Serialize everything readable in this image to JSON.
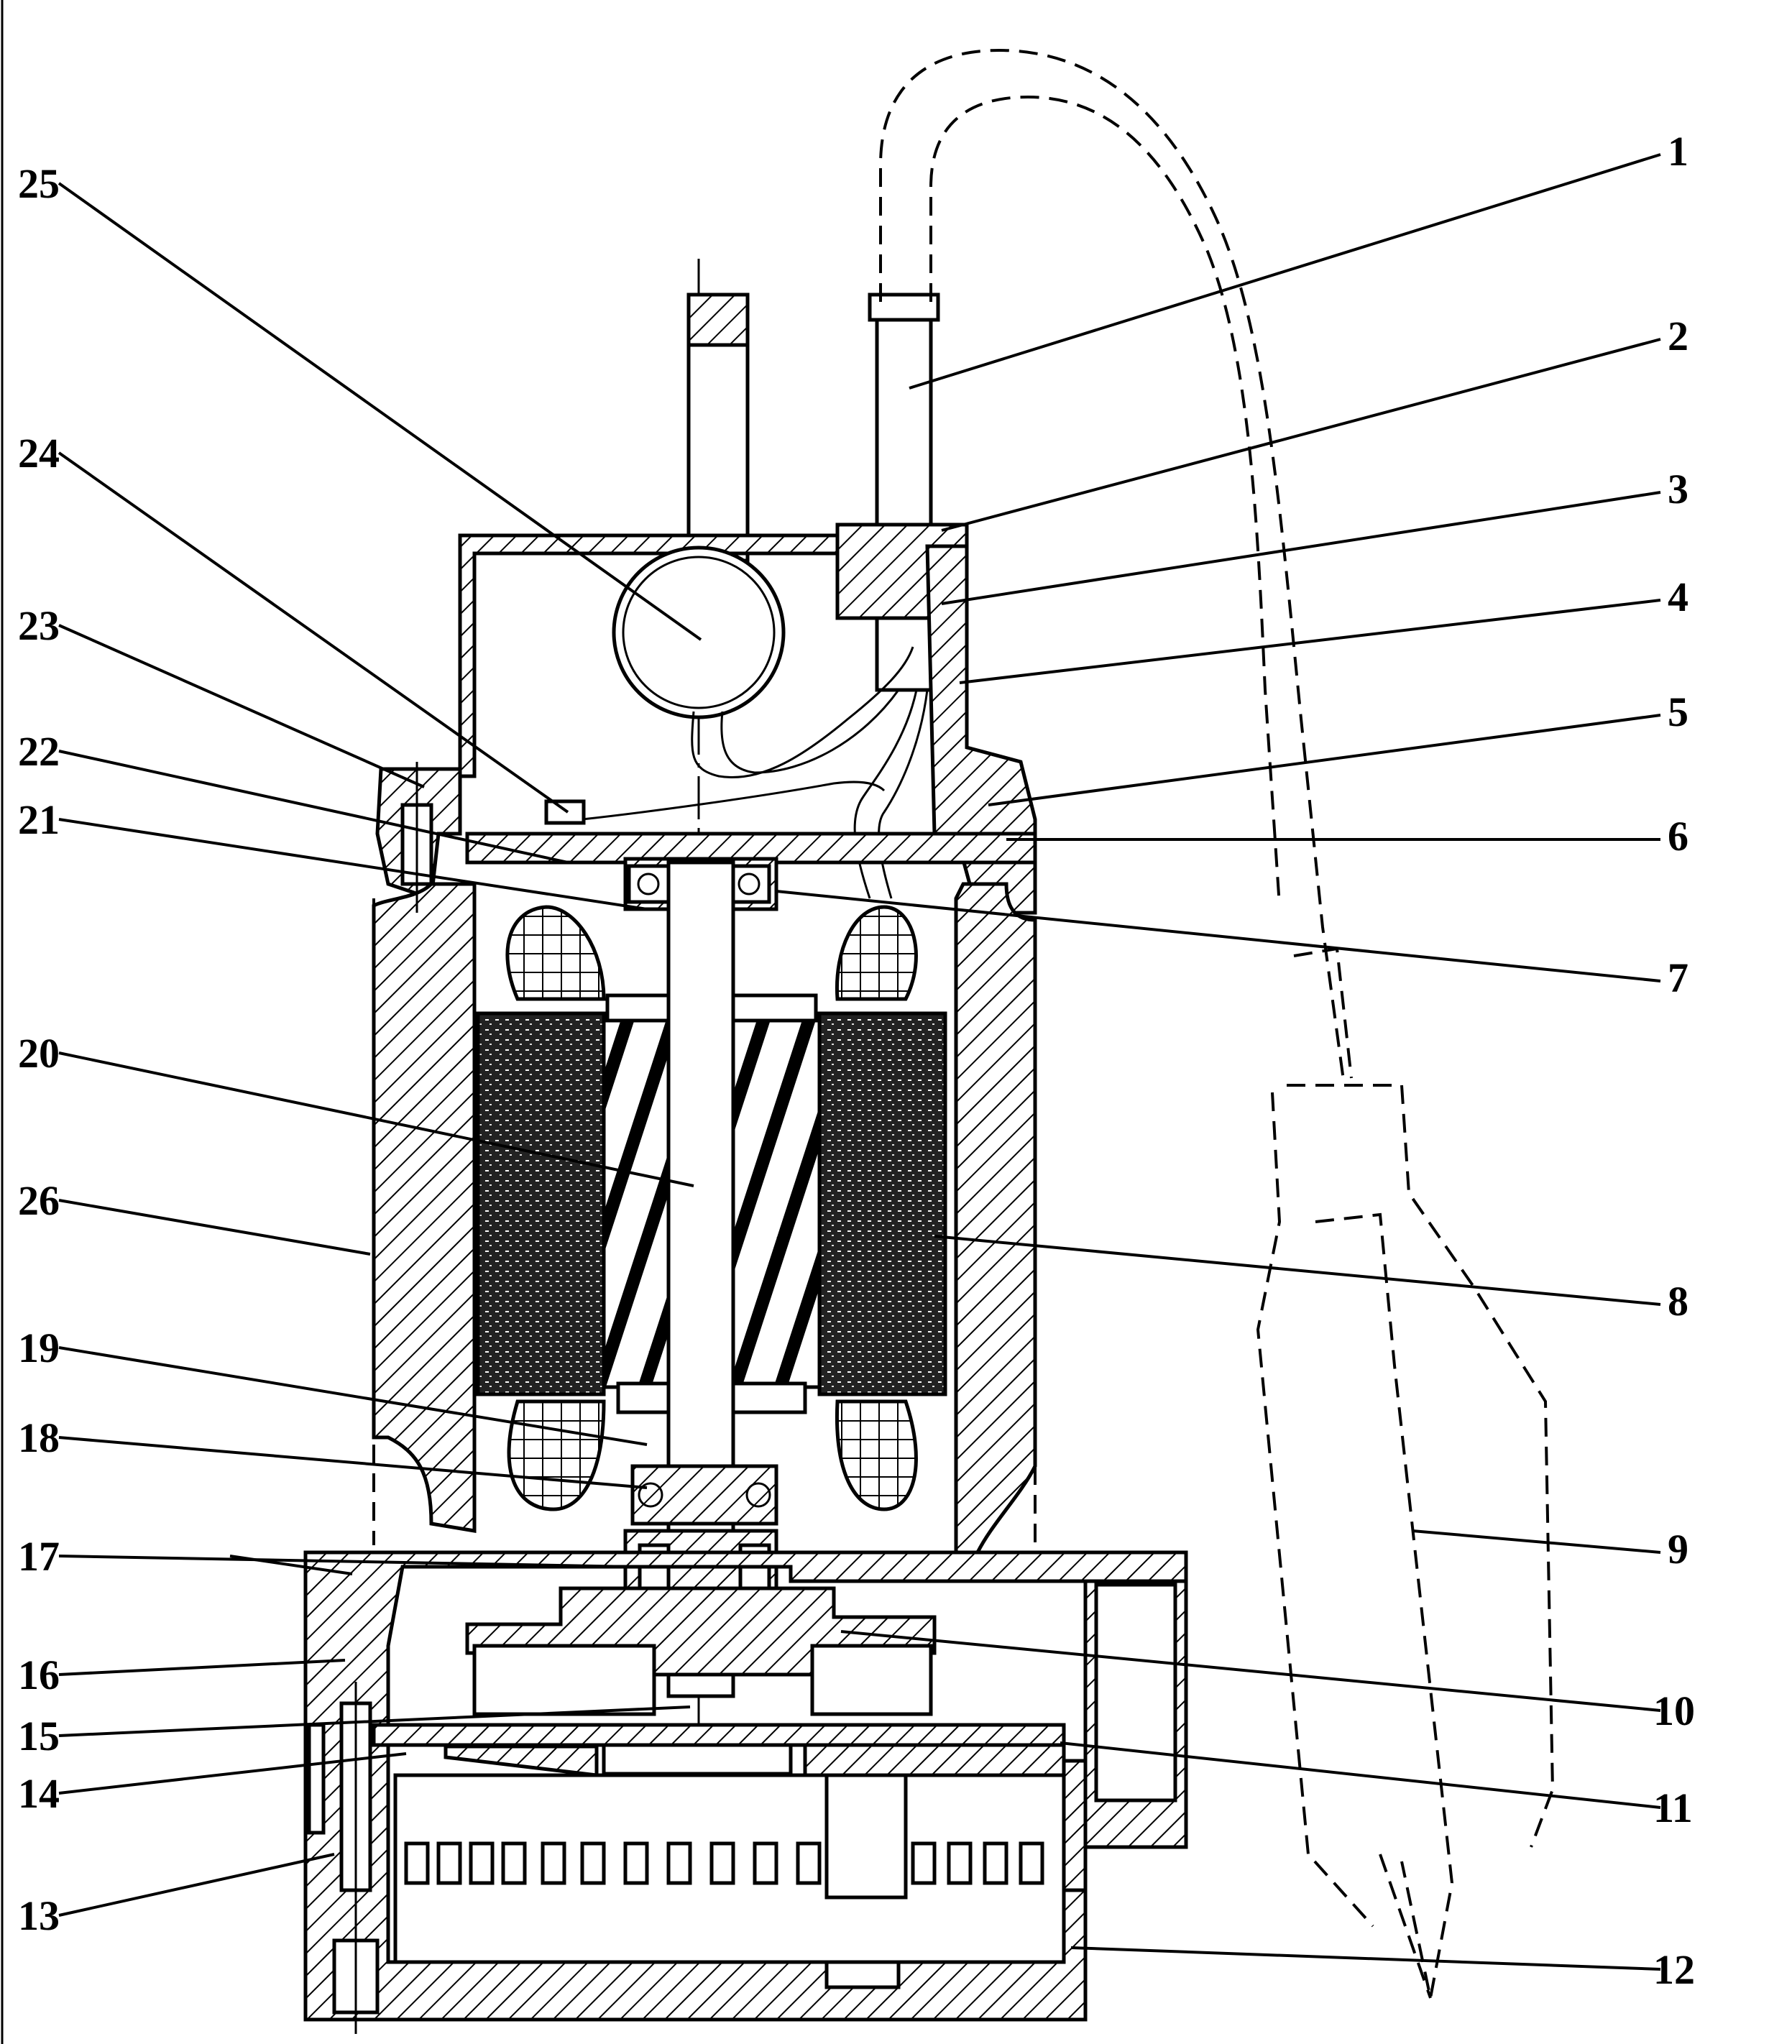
{
  "diagram": {
    "labels": [
      {
        "id": "1",
        "text": "1"
      },
      {
        "id": "2",
        "text": "2"
      },
      {
        "id": "3",
        "text": "3"
      },
      {
        "id": "4",
        "text": "4"
      },
      {
        "id": "5",
        "text": "5"
      },
      {
        "id": "6",
        "text": "6"
      },
      {
        "id": "7",
        "text": "7"
      },
      {
        "id": "8",
        "text": "8"
      },
      {
        "id": "9",
        "text": "9"
      },
      {
        "id": "10",
        "text": "10"
      },
      {
        "id": "11",
        "text": "11"
      },
      {
        "id": "12",
        "text": "12"
      },
      {
        "id": "13",
        "text": "13"
      },
      {
        "id": "14",
        "text": "14"
      },
      {
        "id": "15",
        "text": "15"
      },
      {
        "id": "16",
        "text": "16"
      },
      {
        "id": "17",
        "text": "17"
      },
      {
        "id": "18",
        "text": "18"
      },
      {
        "id": "19",
        "text": "19"
      },
      {
        "id": "20",
        "text": "20"
      },
      {
        "id": "21",
        "text": "21"
      },
      {
        "id": "22",
        "text": "22"
      },
      {
        "id": "23",
        "text": "23"
      },
      {
        "id": "24",
        "text": "24"
      },
      {
        "id": "25",
        "text": "25"
      },
      {
        "id": "26",
        "text": "26"
      }
    ]
  }
}
